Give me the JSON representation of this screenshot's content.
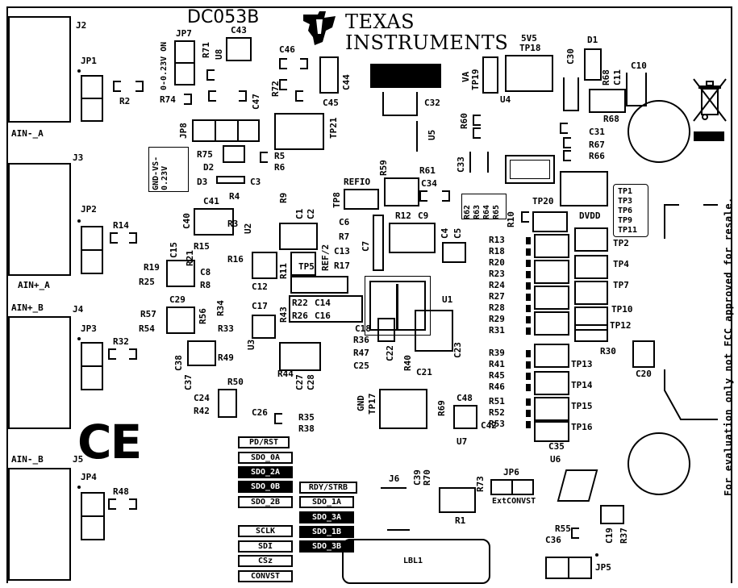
{
  "board": {
    "name": "DC053B",
    "company_line1": "TEXAS",
    "company_line2": "INSTRUMENTS",
    "ce_mark": "CE",
    "weee_icon": "crossed-bin-icon",
    "logo_icon": "ti-logo-icon",
    "label_area": "LBL1",
    "disclaimer": "For evaluation only not FCC approved for resale."
  },
  "connectors": [
    {
      "id": "J2",
      "caption": "AIN-_A"
    },
    {
      "id": "J3",
      "caption": "AIN+_A"
    },
    {
      "id": "J4",
      "caption": "AIN+_B"
    },
    {
      "id": "J5",
      "caption": "AIN-_B"
    }
  ],
  "jumpers": [
    "JP1",
    "JP2",
    "JP3",
    "JP4",
    "JP5",
    "JP6",
    "JP7",
    "JP8"
  ],
  "jumper_text": {
    "jp7": "0-0.23V ON",
    "jp8": "GND-VS-0.23V",
    "jp6": "ExtCONVST"
  },
  "signals": {
    "left": [
      "PD/RST",
      "SDO_0A",
      "SDO_2A",
      "SDO_0B",
      "SDO_2B"
    ],
    "mid": [
      "RDY/STRB",
      "SDO_1A",
      "SDO_3A",
      "SDO_1B",
      "SDO_3B"
    ],
    "clock": [
      "SCLK",
      "SDI",
      "CSz",
      "CONVST"
    ]
  },
  "testpoints": {
    "tp_right": [
      "TP2",
      "TP4",
      "TP7",
      "TP10",
      "TP12",
      "TP13",
      "TP14",
      "TP15",
      "TP16"
    ],
    "tp_stack": [
      "TP1",
      "TP3",
      "TP6",
      "TP9",
      "TP11"
    ],
    "misc": [
      "TP5",
      "TP8",
      "TP17",
      "TP18",
      "TP19",
      "TP20",
      "TP21"
    ]
  },
  "rails": {
    "refio": "REFIO",
    "ref2": "REF/2",
    "dvdd": "DVDD",
    "rail_5v5": "5V5",
    "rail_va": "VA",
    "gnd": "GND"
  },
  "ics": [
    "U1",
    "U2",
    "U3",
    "U4",
    "U5",
    "U6",
    "U7",
    "U8"
  ],
  "resistors_right": [
    "R13",
    "R18",
    "R20",
    "R23",
    "R24",
    "R27",
    "R28",
    "R29",
    "R31",
    "R39",
    "R41",
    "R45",
    "R46",
    "R51",
    "R52",
    "R53"
  ],
  "refs": {
    "c43": "C43",
    "r71": "R71",
    "r74": "R74",
    "c46": "C46",
    "c44": "C44",
    "r72": "R72",
    "c45": "C45",
    "c47": "C47",
    "c32": "C32",
    "d1": "D1",
    "c30": "C30",
    "c10": "C10",
    "r68": "R68",
    "c11": "C11",
    "r2": "R2",
    "c31": "C31",
    "r67": "R67",
    "r66": "R66",
    "r60": "R60",
    "c33": "C33",
    "r75": "R75",
    "d2": "D2",
    "d3": "D3",
    "r5": "R5",
    "r6": "R6",
    "c3": "C3",
    "r59": "R59",
    "r61": "R61",
    "c34": "C34",
    "r62": "R62",
    "r63": "R63",
    "r64": "R64",
    "r65": "R65",
    "r14": "R14",
    "c41": "C41",
    "r4": "R4",
    "r9": "R9",
    "c40": "C40",
    "r3": "R3",
    "c1": "C1",
    "c2": "C2",
    "c6": "C6",
    "r12": "R12",
    "c9": "C9",
    "r7": "R7",
    "c13": "C13",
    "c7": "C7",
    "c4": "C4",
    "c5": "C5",
    "r10": "R10",
    "r15": "R15",
    "r21": "R21",
    "c15": "C15",
    "r19": "R19",
    "r25": "R25",
    "c8": "C8",
    "r16": "R16",
    "r8": "R8",
    "c12": "C12",
    "r11": "R11",
    "r17": "R17",
    "r22": "R22",
    "c14": "C14",
    "r26": "R26",
    "c16": "C16",
    "c29": "C29",
    "r57": "R57",
    "r56": "R56",
    "r54": "R54",
    "r34": "R34",
    "c17": "C17",
    "r43": "R43",
    "r33": "R33",
    "r32": "R32",
    "c18": "C18",
    "r36": "R36",
    "r47": "R47",
    "c22": "C22",
    "c25": "C25",
    "c23": "C23",
    "r40": "R40",
    "c21": "C21",
    "c38": "C38",
    "r49": "R49",
    "c37": "C37",
    "c27": "C27",
    "c28": "C28",
    "r50": "R50",
    "r44": "R44",
    "c24": "C24",
    "r42": "R42",
    "c26": "C26",
    "r30": "R30",
    "c20": "C20",
    "r35": "R35",
    "r38": "R38",
    "r69": "R69",
    "c48": "C48",
    "c42": "C42",
    "c35": "C35",
    "c39": "C39",
    "r70": "R70",
    "r73": "R73",
    "r48": "R48",
    "r1": "R1",
    "r55": "R55",
    "c36": "C36",
    "c19": "C19",
    "r37": "R37",
    "j6": "J6"
  }
}
